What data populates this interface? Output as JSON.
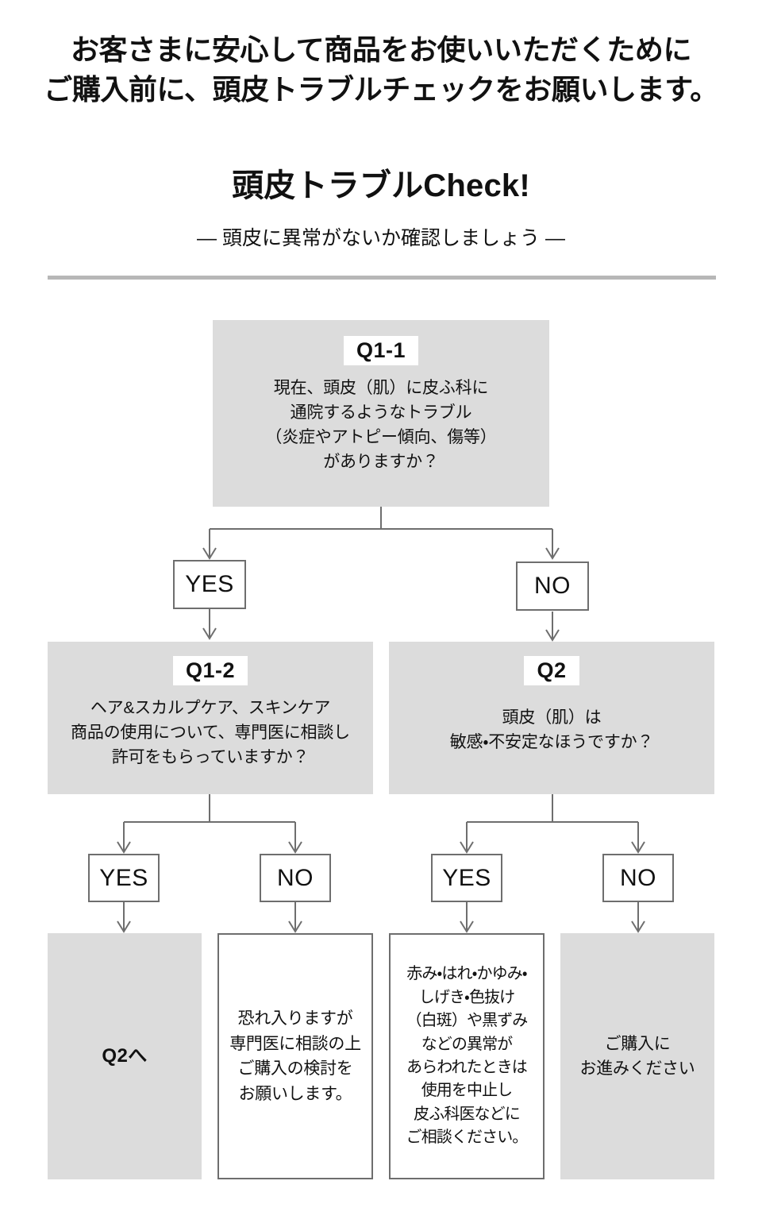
{
  "header": {
    "headline_line1": "お客さまに安心して商品をお使いいただくために",
    "headline_line2": "ご購入前に、頭皮トラブルチェックをお願いします。",
    "main_title": "頭皮トラブルCheck!",
    "subtitle": "― 頭皮に異常がないか確認しましょう ―"
  },
  "colors": {
    "box_fill": "#dcdcdc",
    "box_border": "#6e6e6e",
    "divider": "#b7b7b7",
    "text": "#111111",
    "page_background": "#ffffff"
  },
  "flow": {
    "q1_1": {
      "tag": "Q1-1",
      "lines": [
        "現在、頭皮（肌）に皮ふ科に",
        "通院するようなトラブル",
        "（炎症やアトピー傾向、傷等）",
        "がありますか？"
      ]
    },
    "q1_1_branch_yes": "YES",
    "q1_1_branch_no": "NO",
    "q1_2": {
      "tag": "Q1-2",
      "lines": [
        "ヘア&スカルプケア、スキンケア",
        "商品の使用について、専門医に相談し",
        "許可をもらっていますか？"
      ]
    },
    "q2": {
      "tag": "Q2",
      "lines": [
        "頭皮（肌）は",
        "敏感・不安定なほうですか？"
      ]
    },
    "q1_2_branch_yes": "YES",
    "q1_2_branch_no": "NO",
    "q2_branch_yes": "YES",
    "q2_branch_no": "NO",
    "result_q1_2_yes": {
      "lines": [
        "Q2へ"
      ]
    },
    "result_q1_2_no": {
      "lines": [
        "恐れ入りますが",
        "専門医に相談の上",
        "ご購入の検討を",
        "お願いします。"
      ]
    },
    "result_q2_yes": {
      "lines": [
        "赤み・はれ・かゆみ・",
        "しげき・色抜け",
        "（白斑）や黒ずみ",
        "などの異常が",
        "あらわれたときは",
        "使用を中止し",
        "皮ふ科医などに",
        "ご相談ください。"
      ]
    },
    "result_q2_no": {
      "lines": [
        "ご購入に",
        "お進みください"
      ]
    }
  }
}
